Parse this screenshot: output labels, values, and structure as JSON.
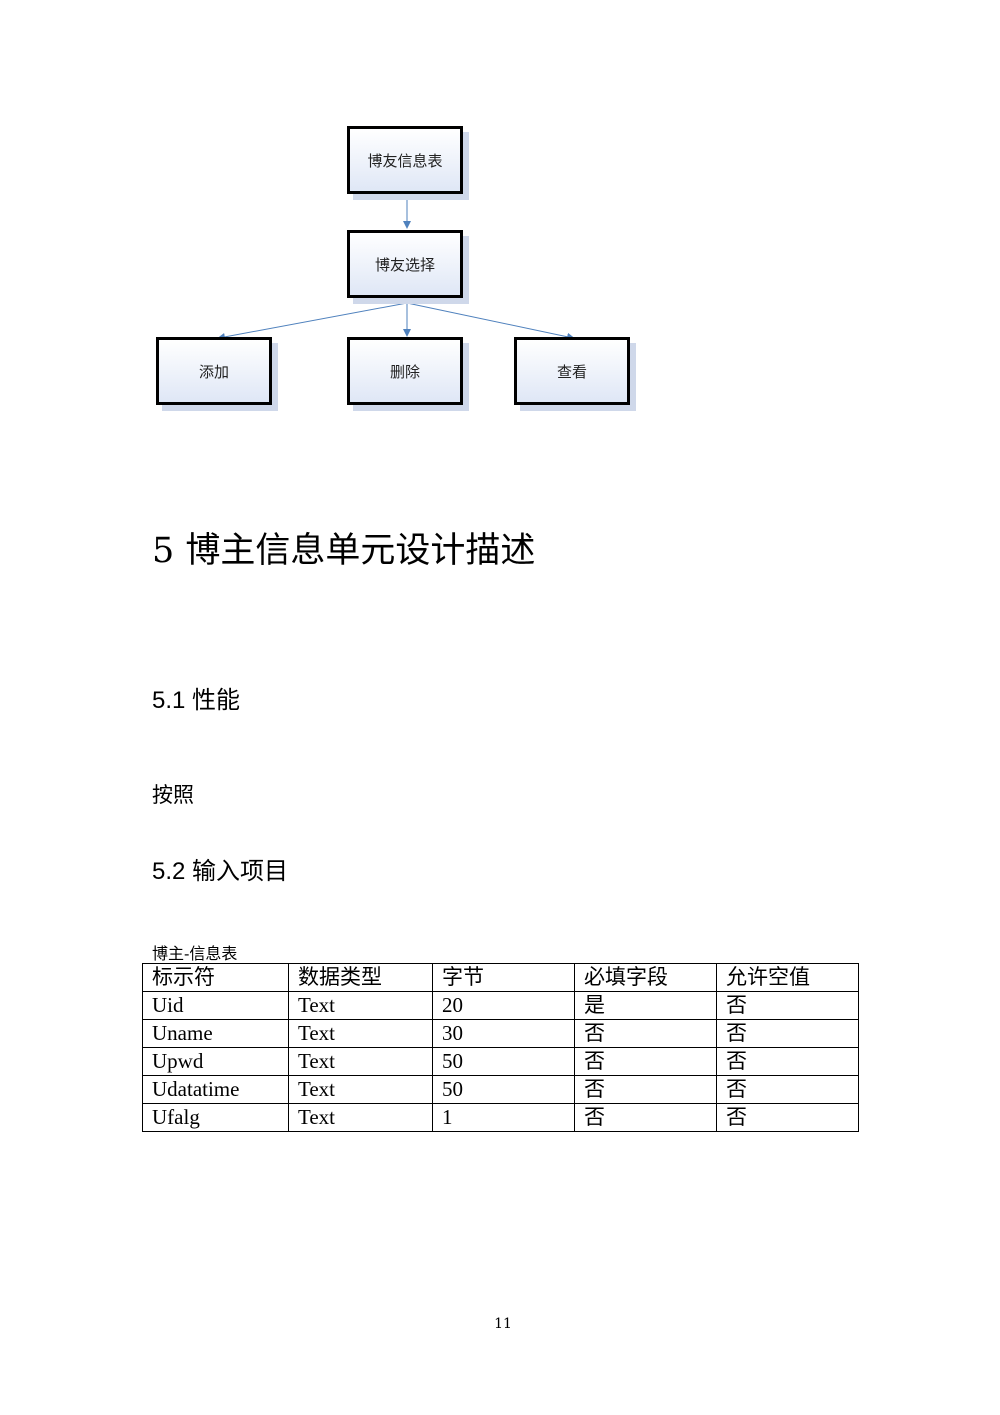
{
  "diagram": {
    "nodes": {
      "friend_table": "博友信息表",
      "friend_select": "博友选择",
      "add": "添加",
      "delete": "删除",
      "view": "查看"
    }
  },
  "section5": {
    "title": "5 博主信息单元设计描述",
    "performance": {
      "title": "5.1 性能",
      "text": "按照"
    },
    "input": {
      "title": "5.2 输入项目",
      "table_caption": "博主-信息表",
      "table": {
        "headers": [
          "标示符",
          "数据类型",
          "字节",
          "必填字段",
          "允许空值"
        ],
        "rows": [
          [
            "Uid",
            "Text",
            "20",
            "是",
            "否"
          ],
          [
            "Uname",
            "Text",
            "30",
            "否",
            "否"
          ],
          [
            "Upwd",
            "Text",
            "50",
            "否",
            "否"
          ],
          [
            "Udatatime",
            "Text",
            "50",
            "否",
            "否"
          ],
          [
            "Ufalg",
            "Text",
            "1",
            "否",
            "否"
          ]
        ]
      }
    }
  },
  "page_number": "11",
  "colors": {
    "connector": "#4f81bd",
    "node_fill_bottom": "#dfe7f6"
  }
}
